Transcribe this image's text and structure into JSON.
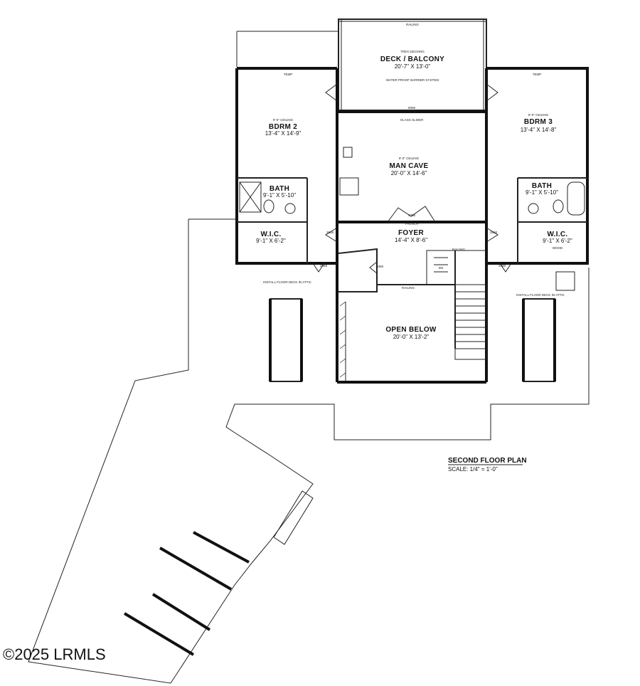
{
  "plan": {
    "title": "SECOND FLOOR PLAN",
    "scale": "SCALE: 1/4\" = 1'-0\"",
    "watermark": "©2025 LRMLS"
  },
  "rooms": {
    "deck": {
      "name": "DECK / BALCONY",
      "dims": "20'-7\" X 13'-0\"",
      "note": "TREX DECKING",
      "note2": "WATER PROOF BARRIER SYSTEM"
    },
    "bdrm2": {
      "name": "BDRM 2",
      "dims": "13'-4\" X 14'-9\"",
      "ceiling": "9'-0\" CEILING"
    },
    "bdrm3": {
      "name": "BDRM 3",
      "dims": "13'-4\" X 14'-8\"",
      "ceiling": "9'-0\" CEILING"
    },
    "mancave": {
      "name": "MAN CAVE",
      "dims": "20'-0\" X 14'-6\"",
      "ceiling": "9'-0\" CEILING"
    },
    "bath2": {
      "name": "BATH",
      "dims": "9'-1\" X 5'-10\""
    },
    "bath3": {
      "name": "BATH",
      "dims": "9'-1\" X 5'-10\""
    },
    "wic2": {
      "name": "W.I.C.",
      "dims": "9'-1\" X 6'-2\""
    },
    "wic3": {
      "name": "W.I.C.",
      "dims": "9'-1\" X 6'-2\""
    },
    "foyer": {
      "name": "FOYER",
      "dims": "14'-4\" X 8'-6\""
    },
    "openbelow": {
      "name": "OPEN BELOW",
      "dims": "20'-0\" X 13'-2\""
    }
  },
  "labels": {
    "temp": "TEMP",
    "railing": "RAILING",
    "glass_slider": "GLASS SLIDER",
    "french": "FRENCH",
    "door_2868": "2868",
    "door_4068": "4068",
    "door_6068": "6068",
    "door_3068": "3068",
    "attic_left": "INSTALL FLOOR DECK IN ATTIC",
    "attic_right": "INSTALL FLOOR DECK IN ATTIC",
    "stair_dn": "DN",
    "wood": "WOOD"
  }
}
